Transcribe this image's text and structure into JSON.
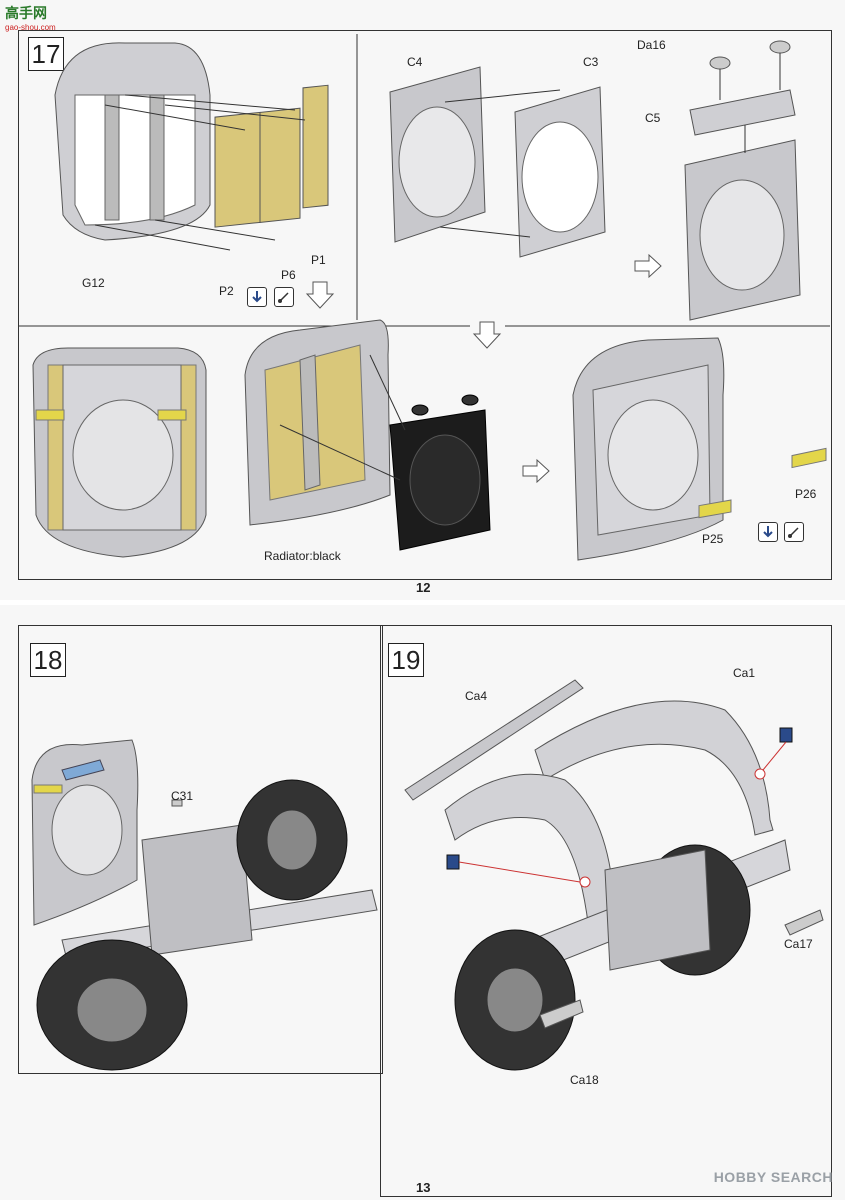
{
  "header": {
    "logo_text": "高手网",
    "logo_sub": "gao-shou.com"
  },
  "step17": {
    "number": "17",
    "labels": {
      "g12": "G12",
      "p2": "P2",
      "p6": "P6",
      "p1": "P1",
      "c4": "C4",
      "c3": "C3",
      "da16": "Da16",
      "c5": "C5",
      "p26": "P26",
      "p25": "P25",
      "radiator": "Radiator:black"
    }
  },
  "page_top": {
    "number": "12"
  },
  "step18": {
    "number": "18",
    "labels": {
      "c31": "C31"
    }
  },
  "step19": {
    "number": "19",
    "labels": {
      "ca4": "Ca4",
      "ca1": "Ca1",
      "ca17": "Ca17",
      "ca18": "Ca18"
    }
  },
  "page_bottom": {
    "number": "13"
  },
  "footer": {
    "watermark": "HOBBY SEARCH"
  },
  "colors": {
    "part_grey": "#c8c8cc",
    "mesh": "#d9c77a",
    "tape": "#e3d64a",
    "radiator": "#1c1c1c",
    "clear_part": "#7fa9d6"
  }
}
